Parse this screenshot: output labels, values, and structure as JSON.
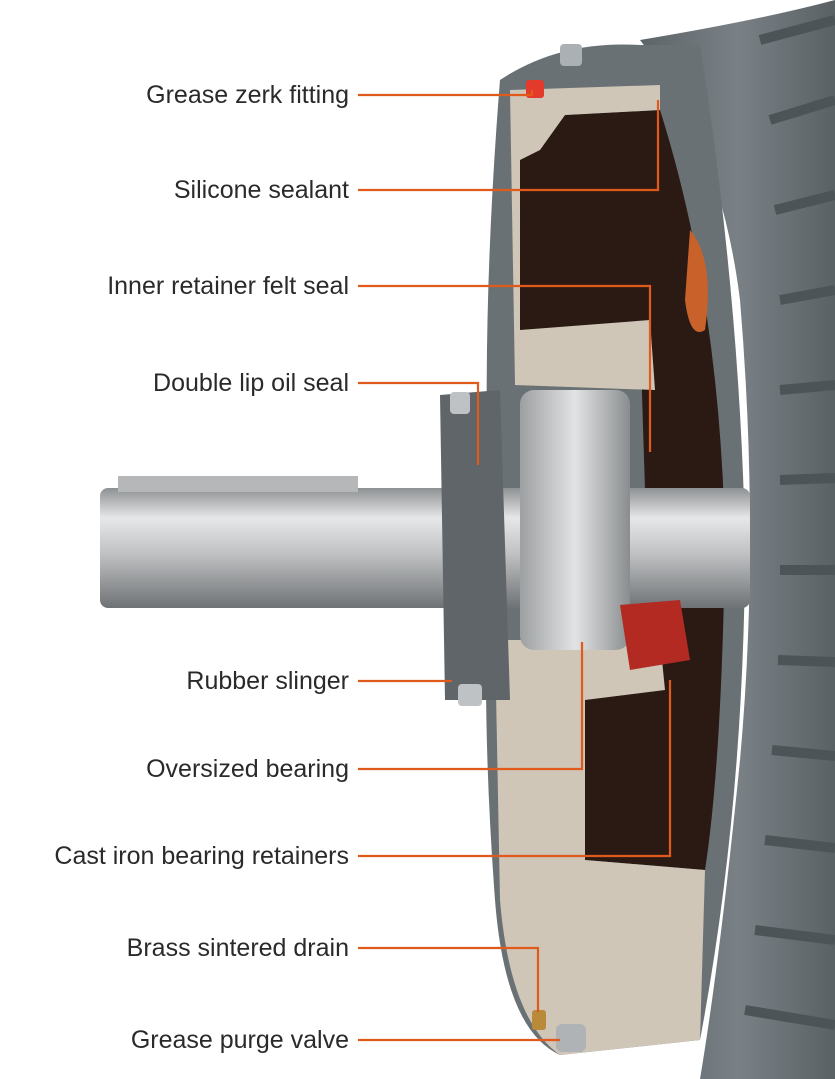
{
  "callouts": [
    {
      "label": "Grease zerk fitting"
    },
    {
      "label": "Silicone sealant"
    },
    {
      "label": "Inner retainer felt seal"
    },
    {
      "label": "Double lip oil seal"
    },
    {
      "label": "Rubber slinger"
    },
    {
      "label": "Oversized bearing"
    },
    {
      "label": "Cast iron bearing retainers"
    },
    {
      "label": "Brass sintered drain"
    },
    {
      "label": "Grease purge valve"
    }
  ],
  "colors": {
    "leader": "#e05a1c",
    "label_text": "#2a2a2a",
    "housing": "#6c7378",
    "cut_face": "#cfc6b8",
    "shaft": "#c9cbcd"
  }
}
